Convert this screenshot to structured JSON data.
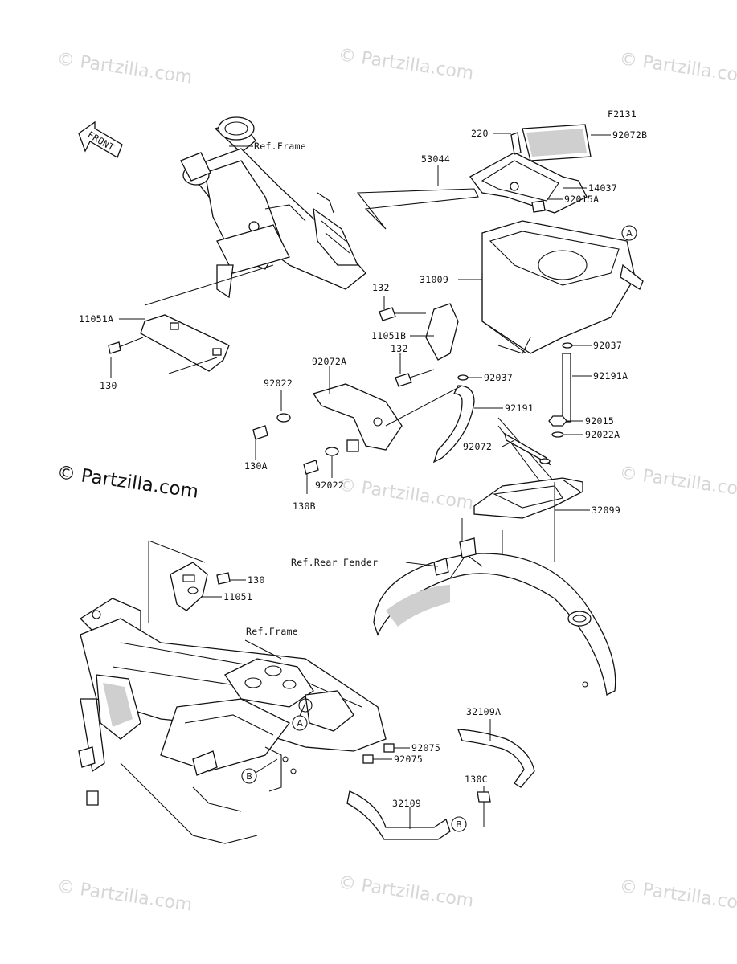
{
  "figure_code": "F2131",
  "front_label": "FRONT",
  "copyright_big": "© Partzilla.com",
  "watermark": "© Partzilla.com",
  "reference_labels": {
    "frame_top": "Ref.Frame",
    "frame_bottom": "Ref.Frame",
    "rear_fender": "Ref.Rear Fender"
  },
  "markers": {
    "a": "A",
    "b": "B"
  },
  "parts": {
    "p220": "220",
    "p92072B": "92072B",
    "p53044": "53044",
    "p14037": "14037",
    "p92015A": "92015A",
    "p31009": "31009",
    "p132a": "132",
    "p11051A": "11051A",
    "p11051B": "11051B",
    "p132b": "132",
    "p92037a": "92037",
    "p92072A": "92072A",
    "p92037b": "92037",
    "p92191A": "92191A",
    "p130a": "130",
    "p92022a": "92022",
    "p92191": "92191",
    "p92015": "92015",
    "p92022A": "92022A",
    "p130A": "130A",
    "p92072": "92072",
    "p92022b": "92022",
    "p130B": "130B",
    "p32099": "32099",
    "p130b": "130",
    "p11051": "11051",
    "p32109A": "32109A",
    "p92075a": "92075",
    "p92075b": "92075",
    "p130C": "130C",
    "p32109": "32109"
  }
}
